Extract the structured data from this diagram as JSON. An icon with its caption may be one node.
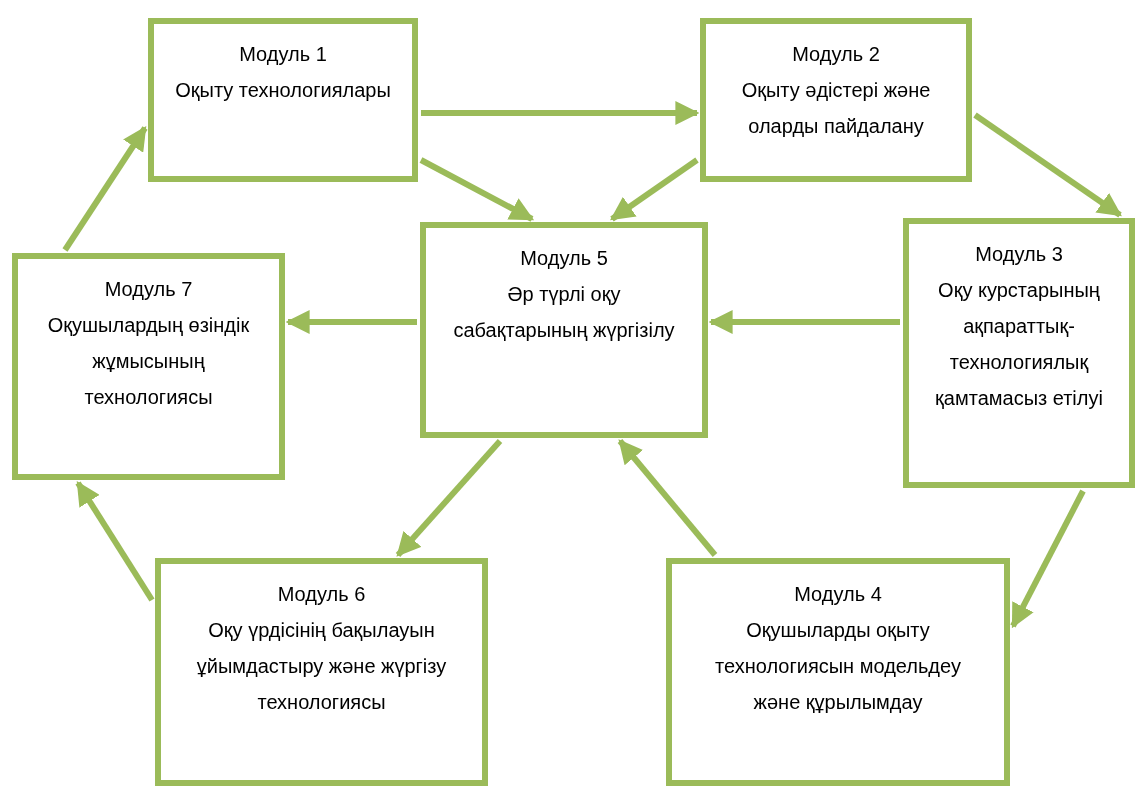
{
  "diagram": {
    "nodes": [
      {
        "text": [
          "Модуль 1",
          "Оқыту технологиялары"
        ]
      },
      {
        "text": [
          "Модуль 2",
          "Оқыту әдістері және оларды пайдалану"
        ]
      },
      {
        "text": [
          "Модуль 3",
          "Оқу курстарының ақпараттық-технологиялық қамтамасыз етілуі"
        ]
      },
      {
        "text": [
          "Модуль 4",
          "Оқушыларды оқыту технологиясын модельдеу және құрылымдау"
        ]
      },
      {
        "text": [
          "Модуль 5",
          "Әр түрлі оқу сабақтарының жүргізілу"
        ]
      },
      {
        "text": [
          "Модуль 6",
          "Оқу үрдісінің бақылауын ұйымдастыру және жүргізу технологиясы"
        ]
      },
      {
        "text": [
          "Модуль 7",
          "Оқушылардың өзіндік жұмысының технологиясы"
        ]
      }
    ],
    "edges": [
      {
        "from": 0,
        "to": 1,
        "arrow": "to"
      },
      {
        "from": 1,
        "to": 2,
        "arrow": "to"
      },
      {
        "from": 2,
        "to": 3,
        "arrow": "to"
      },
      {
        "from": 3,
        "to": 4,
        "arrow": "to"
      },
      {
        "from": 4,
        "to": 5,
        "arrow": "to"
      },
      {
        "from": 5,
        "to": 6,
        "arrow": "to"
      },
      {
        "from": 6,
        "to": 0,
        "arrow": "to"
      },
      {
        "from": 0,
        "to": 4,
        "arrow": "to"
      },
      {
        "from": 1,
        "to": 4,
        "arrow": "to"
      },
      {
        "from": 2,
        "to": 4,
        "arrow": "to"
      },
      {
        "from": 4,
        "to": 6,
        "arrow": "to"
      }
    ]
  }
}
